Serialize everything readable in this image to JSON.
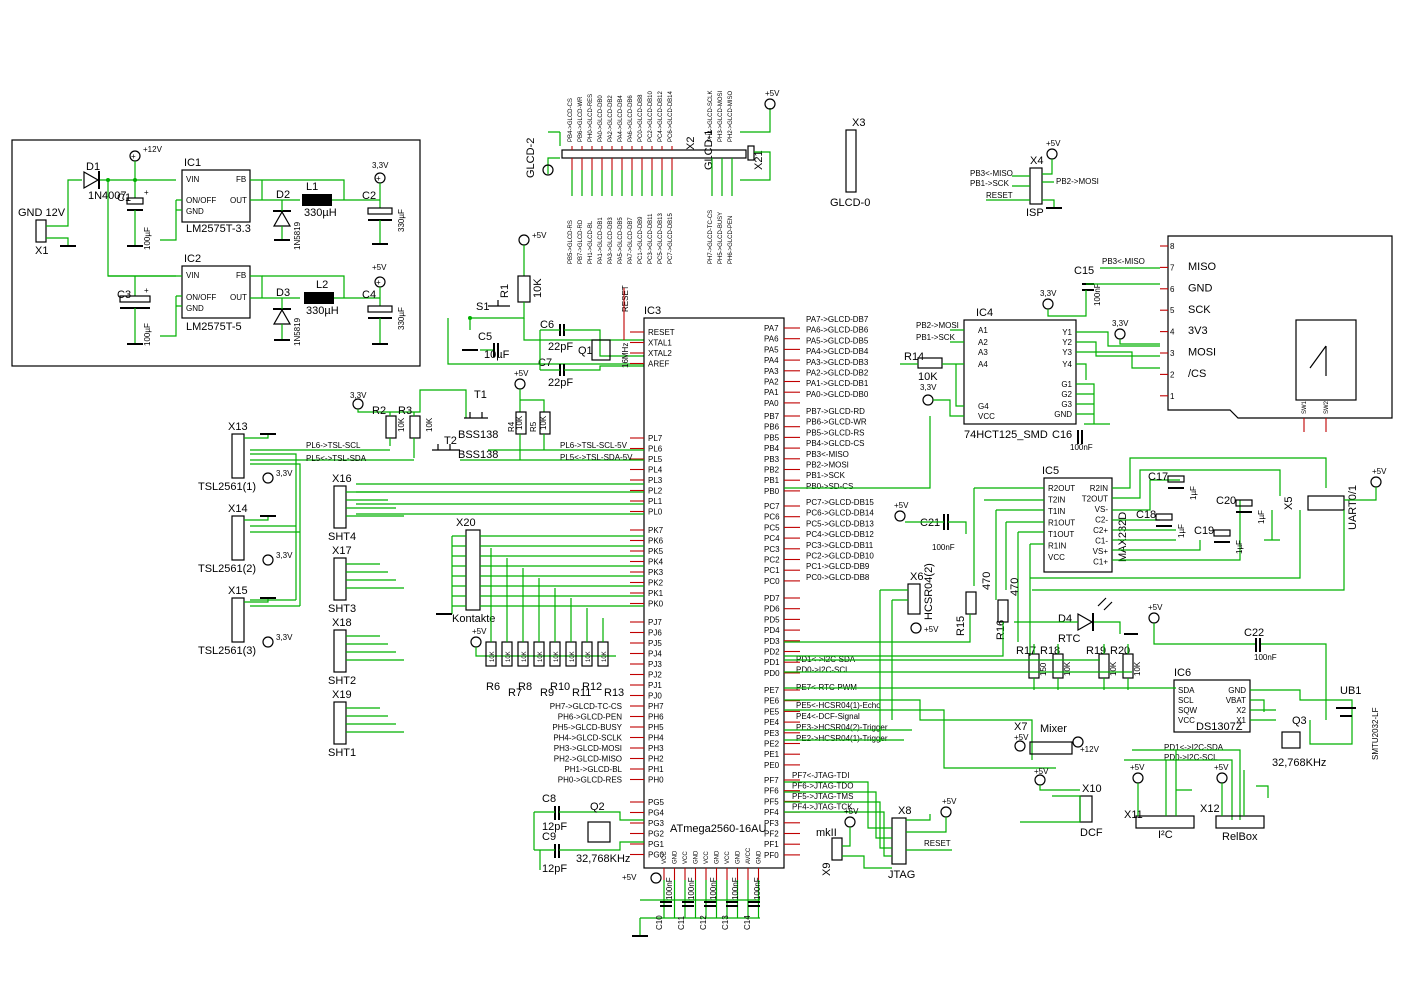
{
  "power_supply": {
    "x1": {
      "ref": "X1",
      "label": "GND 12V"
    },
    "d1": {
      "ref": "D1",
      "value": "1N4007"
    },
    "c1": {
      "ref": "C1",
      "value": "100µF"
    },
    "ic1": {
      "ref": "IC1",
      "value": "LM2575T-3.3",
      "pins": [
        "VIN",
        "FB",
        "ON/OFF",
        "OUT",
        "GND"
      ]
    },
    "d2": {
      "ref": "D2",
      "value": "1N5819"
    },
    "l1": {
      "ref": "L1",
      "value": "330µH"
    },
    "c2": {
      "ref": "C2",
      "value": "330µF"
    },
    "rail12": "+12V",
    "rail33": "3,3V",
    "c3": {
      "ref": "C3",
      "value": "100µF"
    },
    "ic2": {
      "ref": "IC2",
      "value": "LM2575T-5",
      "pins": [
        "VIN",
        "FB",
        "ON/OFF",
        "OUT",
        "GND"
      ]
    },
    "d3": {
      "ref": "D3",
      "value": "1N5819"
    },
    "l2": {
      "ref": "L2",
      "value": "330µH"
    },
    "c4": {
      "ref": "C4",
      "value": "330µF"
    },
    "rail5": "+5V"
  },
  "glcd": {
    "x2": {
      "ref": "X2",
      "names": [
        "GLCD-2",
        "GLCD-1"
      ]
    },
    "x21": {
      "ref": "X21"
    },
    "x3": {
      "ref": "X3",
      "name": "GLCD-0"
    },
    "top_labels": [
      "PB4->GLCD-CS",
      "PB6->GLCD-WR",
      "PH0->GLCD-RES",
      "PA0->GLCD-DB0",
      "PA2->GLCD-DB2",
      "PA4->GLCD-DB4",
      "PA6->GLCD-DB6",
      "PC0->GLCD-DB8",
      "PC2->GLCD-DB10",
      "PC4->GLCD-DB12",
      "PC6->GLCD-DB14"
    ],
    "top_labels2": [
      "PH4->GLCD-SCLK",
      "PH3->GLCD-MOSI",
      "PH2->GLCD-MISO"
    ],
    "bottom_labels": [
      "PB5->GLCD-RS",
      "PB7->GLCD-RD",
      "PH1->GLCD-BL",
      "PA1->GLCD-DB1",
      "PA3->GLCD-DB3",
      "PA5->GLCD-DB5",
      "PA7->GLCD-DB7",
      "PC1->GLCD-DB9",
      "PC3->GLCD-DB11",
      "PC5->GLCD-DB13",
      "PC7->GLCD-DB15"
    ],
    "bottom_labels2": [
      "PH7->GLCD-TC-CS",
      "PH5->GLCD-BUSY",
      "PH6->GLCD-PEN"
    ]
  },
  "isp": {
    "ref": "X4",
    "name": "ISP",
    "labels": [
      "PB3<-MISO",
      "PB1->SCK",
      "RESET",
      "PB2->MOSI"
    ]
  },
  "reset": {
    "r1": {
      "ref": "R1",
      "value": "10K"
    },
    "s1": {
      "ref": "S1"
    },
    "c5": {
      "ref": "C5",
      "value": "10µF"
    },
    "net": "RESET"
  },
  "crystal": {
    "c6": {
      "ref": "C6",
      "value": "22pF"
    },
    "c7": {
      "ref": "C7",
      "value": "22pF"
    },
    "q1": {
      "ref": "Q1",
      "value": "16MHz"
    }
  },
  "mcu": {
    "ref": "IC3",
    "value": "ATmega2560-16AU",
    "left_pins": [
      "RESET",
      "XTAL1",
      "XTAL2",
      "AREF",
      "PL7",
      "PL6",
      "PL5",
      "PL4",
      "PL3",
      "PL2",
      "PL1",
      "PL0",
      "PK7",
      "PK6",
      "PK5",
      "PK4",
      "PK3",
      "PK2",
      "PK1",
      "PK0",
      "PJ7",
      "PJ6",
      "PJ5",
      "PJ4",
      "PJ3",
      "PJ2",
      "PJ1",
      "PJ0",
      "PH7",
      "PH6",
      "PH5",
      "PH4",
      "PH3",
      "PH2",
      "PH1",
      "PH0",
      "PG5",
      "PG4",
      "PG3",
      "PG2",
      "PG1",
      "PG0"
    ],
    "right_pins": [
      "PA7",
      "PA6",
      "PA5",
      "PA4",
      "PA3",
      "PA2",
      "PA1",
      "PA0",
      "PB7",
      "PB6",
      "PB5",
      "PB4",
      "PB3",
      "PB2",
      "PB1",
      "PB0",
      "PC7",
      "PC6",
      "PC5",
      "PC4",
      "PC3",
      "PC2",
      "PC1",
      "PC0",
      "PD7",
      "PD6",
      "PD5",
      "PD4",
      "PD3",
      "PD2",
      "PD1",
      "PD0",
      "PE7",
      "PE6",
      "PE5",
      "PE4",
      "PE3",
      "PE2",
      "PE1",
      "PE0",
      "PF7",
      "PF6",
      "PF5",
      "PF4",
      "PF3",
      "PF2",
      "PF1",
      "PF0"
    ],
    "bottom_pins": [
      "VCC",
      "GND",
      "VCC",
      "GND",
      "VCC",
      "GND",
      "VCC",
      "GND",
      "AVCC",
      "GND"
    ],
    "right_nets_a": [
      "PA7->GLCD-DB7",
      "PA6->GLCD-DB6",
      "PA5->GLCD-DB5",
      "PA4->GLCD-DB4",
      "PA3->GLCD-DB3",
      "PA2->GLCD-DB2",
      "PA1->GLCD-DB1",
      "PA0->GLCD-DB0"
    ],
    "right_nets_b": [
      "PB7->GLCD-RD",
      "PB6->GLCD-WR",
      "PB5->GLCD-RS",
      "PB4->GLCD-CS",
      "PB3<-MISO",
      "PB2->MOSI",
      "PB1->SCK",
      "PB0->SD-CS"
    ],
    "right_nets_c": [
      "PC7->GLCD-DB15",
      "PC6->GLCD-DB14",
      "PC5->GLCD-DB13",
      "PC4->GLCD-DB12",
      "PC3->GLCD-DB11",
      "PC2->GLCD-DB10",
      "PC1->GLCD-DB9",
      "PC0->GLCD-DB8"
    ],
    "right_nets_d": [
      "PD1<->I2C-SDA",
      "PD0->I2C-SCL"
    ],
    "right_nets_e": [
      "PE7<-RTC-PWM",
      "PE5<-HCSR04(1)-Echo",
      "PE4<-DCF-Signal",
      "PE3->HCSR04(2)-Trigger",
      "PE2->HCSR04(1)-Trigger"
    ],
    "right_nets_f": [
      "PF7<-JTAG-TDI",
      "PF6->JTAG-TDO",
      "PF5->JTAG-TMS",
      "PF4->JTAG-TCK"
    ],
    "left_nets_l": [
      "PL6->TSL-SCL",
      "PL5<->TSL-SDA",
      "PL6->TSL-SCL-5V",
      "PL5<->TSL-SDA-5V"
    ],
    "left_nets_h": [
      "PH7->GLCD-TC-CS",
      "PH6->GLCD-PEN",
      "PH5->GLCD-BUSY",
      "PH4->GLCD-SCLK",
      "PH3->GLCD-MOSI",
      "PH2->GLCD-MISO",
      "PH1->GLCD-BL",
      "PH0->GLCD-RES"
    ]
  },
  "decoupling": {
    "caps": [
      "C10",
      "C11",
      "C12",
      "C13",
      "C14"
    ],
    "value": "100nF",
    "rail": "+5V"
  },
  "rtc_crystal": {
    "c8": {
      "ref": "C8",
      "value": "12pF"
    },
    "c9": {
      "ref": "C9",
      "value": "12pF"
    },
    "q2": {
      "ref": "Q2",
      "value": "32,768KHz"
    }
  },
  "level_shift": {
    "r2": {
      "ref": "R2",
      "value": "10K"
    },
    "r3": {
      "ref": "R3",
      "value": "10K"
    },
    "r4": {
      "ref": "R4",
      "value": "10K"
    },
    "r5": {
      "ref": "R5",
      "value": "10K"
    },
    "t1": {
      "ref": "T1",
      "value": "BSS138"
    },
    "t2": {
      "ref": "T2",
      "value": "BSS138"
    },
    "rail": "3,3V"
  },
  "sensors": {
    "tsl": [
      {
        "ref": "X13",
        "name": "TSL2561(1)"
      },
      {
        "ref": "X14",
        "name": "TSL2561(2)"
      },
      {
        "ref": "X15",
        "name": "TSL2561(3)"
      }
    ],
    "sht": [
      {
        "ref": "X16",
        "name": "SHT4"
      },
      {
        "ref": "X17",
        "name": "SHT3"
      },
      {
        "ref": "X18",
        "name": "SHT2"
      },
      {
        "ref": "X19",
        "name": "SHT1"
      }
    ]
  },
  "contacts": {
    "ref": "X20",
    "name": "Kontakte",
    "resistors": [
      "R6",
      "R7",
      "R8",
      "R9",
      "R10",
      "R11",
      "R12",
      "R13"
    ],
    "value": "10K"
  },
  "sd": {
    "c15": {
      "ref": "C15",
      "value": "100nF"
    },
    "ic4": {
      "ref": "IC4",
      "value": "74HCT125_SMD",
      "pins_l": [
        "A1",
        "A2",
        "A3",
        "A4",
        "G4",
        "VCC"
      ],
      "pins_r": [
        "Y1",
        "Y2",
        "Y3",
        "Y4",
        "G1",
        "G2",
        "G3",
        "GND"
      ]
    },
    "r14": {
      "ref": "R14",
      "value": "10K"
    },
    "c16": {
      "ref": "C16",
      "value": "100nF"
    },
    "nets": [
      "PB2->MOSI",
      "PB1->SCK",
      "PB3<-MISO"
    ],
    "card_pins": [
      "8",
      "7",
      "6",
      "5",
      "4",
      "3",
      "2",
      "1"
    ],
    "card_names": [
      "MISO",
      "GND",
      "SCK",
      "3V3",
      "MOSI",
      "/CS"
    ],
    "switch_labels": [
      "SW1",
      "SW2"
    ]
  },
  "uart": {
    "ic5": {
      "ref": "IC5",
      "value": "MAX232D",
      "pins_l": [
        "R2OUT",
        "T2IN",
        "T1IN",
        "R1OUT",
        "T1OUT",
        "R1IN",
        "VCC"
      ],
      "pins_r": [
        "R2IN",
        "T2OUT",
        "VS-",
        "C2-",
        "C2+",
        "C1-",
        "VS+",
        "C1+"
      ]
    },
    "c17": {
      "ref": "C17",
      "value": "1µF"
    },
    "c18": {
      "ref": "C18",
      "value": "1µF"
    },
    "c19": {
      "ref": "C19",
      "value": "1µF"
    },
    "c20": {
      "ref": "C20",
      "value": "1µF"
    },
    "c21": {
      "ref": "C21",
      "value": "100nF"
    },
    "x5": {
      "ref": "X5",
      "name": "UART0/1"
    }
  },
  "hcsr": {
    "ref": "X6",
    "name": "HCSR04(2)"
  },
  "rtc": {
    "d4": {
      "ref": "D4",
      "label": "RTC"
    },
    "r15": {
      "ref": "R15",
      "value": "470"
    },
    "r16": {
      "ref": "R16",
      "value": "470"
    },
    "r17": {
      "ref": "R17",
      "value": "150"
    },
    "r18": {
      "ref": "R18",
      "value": "10K"
    },
    "r19": {
      "ref": "R19",
      "value": "10K"
    },
    "r20": {
      "ref": "R20",
      "value": "10K"
    },
    "c22": {
      "ref": "C22",
      "value": "100nF"
    },
    "ic6": {
      "ref": "IC6",
      "value": "DS1307Z",
      "pins_l": [
        "SDA",
        "SCL",
        "SQW",
        "VCC"
      ],
      "pins_r": [
        "GND",
        "VBAT",
        "X2",
        "X1"
      ]
    },
    "ub1": {
      "ref": "UB1",
      "value": "SMTU2032-LF"
    },
    "q3": {
      "ref": "Q3",
      "value": "32,768KHz"
    },
    "nets": [
      "PD1<->I2C-SDA",
      "PD0->I2C-SCL"
    ]
  },
  "misc": {
    "x7": {
      "ref": "X7",
      "name": "Mixer",
      "rail": "+12V"
    },
    "x8": {
      "ref": "X8",
      "name": "JTAG",
      "net": "RESET"
    },
    "x9": {
      "ref": "X9",
      "name": "mkII"
    },
    "x10": {
      "ref": "X10",
      "name": "DCF"
    },
    "x11": {
      "ref": "X11",
      "name": "I²C"
    },
    "x12": {
      "ref": "X12",
      "name": "RelBox"
    }
  },
  "colors": {
    "wire": "#00b000",
    "pin": "#c00000",
    "part": "#000000",
    "background": "#ffffff"
  }
}
